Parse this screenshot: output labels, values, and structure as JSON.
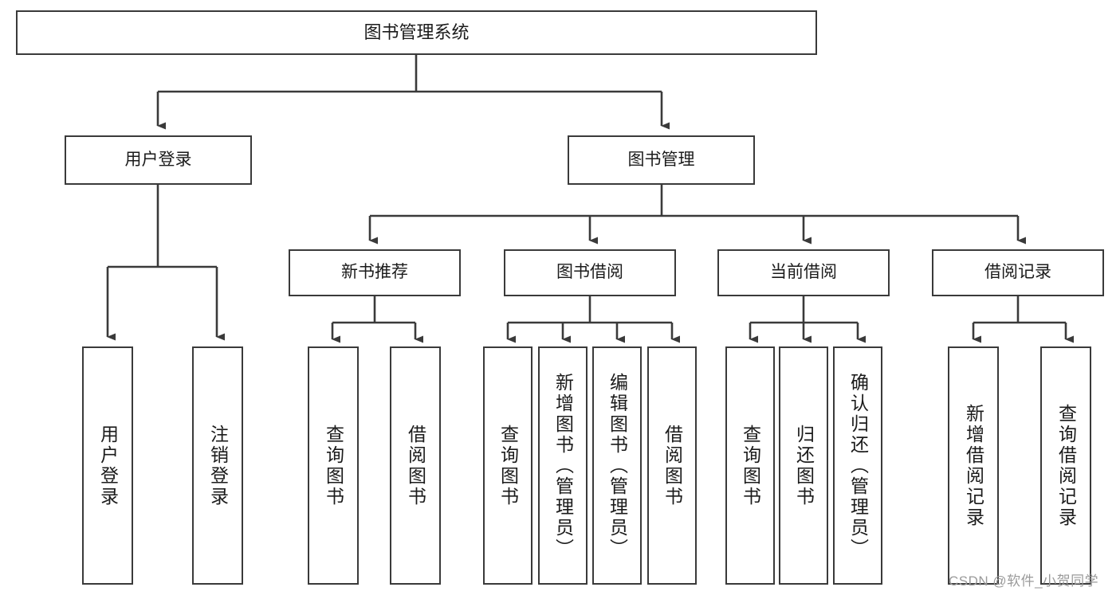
{
  "diagram": {
    "title": "图书管理系统",
    "type": "hierarchy-tree",
    "orientation": "top-down",
    "colors": {
      "box_border": "#3a3a3a",
      "box_fill": "#ffffff",
      "edge": "#3a3a3a",
      "text": "#1b1b1b",
      "watermark": "#9a9a9a",
      "background": "#ffffff"
    }
  },
  "nodes": {
    "root": {
      "label": "图书管理系统"
    },
    "level1": [
      {
        "label": "用户登录"
      },
      {
        "label": "图书管理"
      }
    ],
    "level2": [
      {
        "label": "新书推荐"
      },
      {
        "label": "图书借阅"
      },
      {
        "label": "当前借阅"
      },
      {
        "label": "借阅记录"
      }
    ],
    "leaves": {
      "user_login": [
        {
          "label": "用户登录"
        },
        {
          "label": "注销登录"
        }
      ],
      "new_book_recommend": [
        {
          "label": "查询图书"
        },
        {
          "label": "借阅图书"
        }
      ],
      "book_borrow": [
        {
          "label": "查询图书"
        },
        {
          "label": "新增图书（管理员）"
        },
        {
          "label": "编辑图书（管理员）"
        },
        {
          "label": "借阅图书"
        }
      ],
      "current_borrow": [
        {
          "label": "查询图书"
        },
        {
          "label": "归还图书"
        },
        {
          "label": "确认归还（管理员）"
        }
      ],
      "borrow_record": [
        {
          "label": "新增借阅记录"
        },
        {
          "label": "查询借阅记录"
        }
      ]
    }
  },
  "watermark": {
    "text": "CSDN @软件_小贺同学"
  }
}
